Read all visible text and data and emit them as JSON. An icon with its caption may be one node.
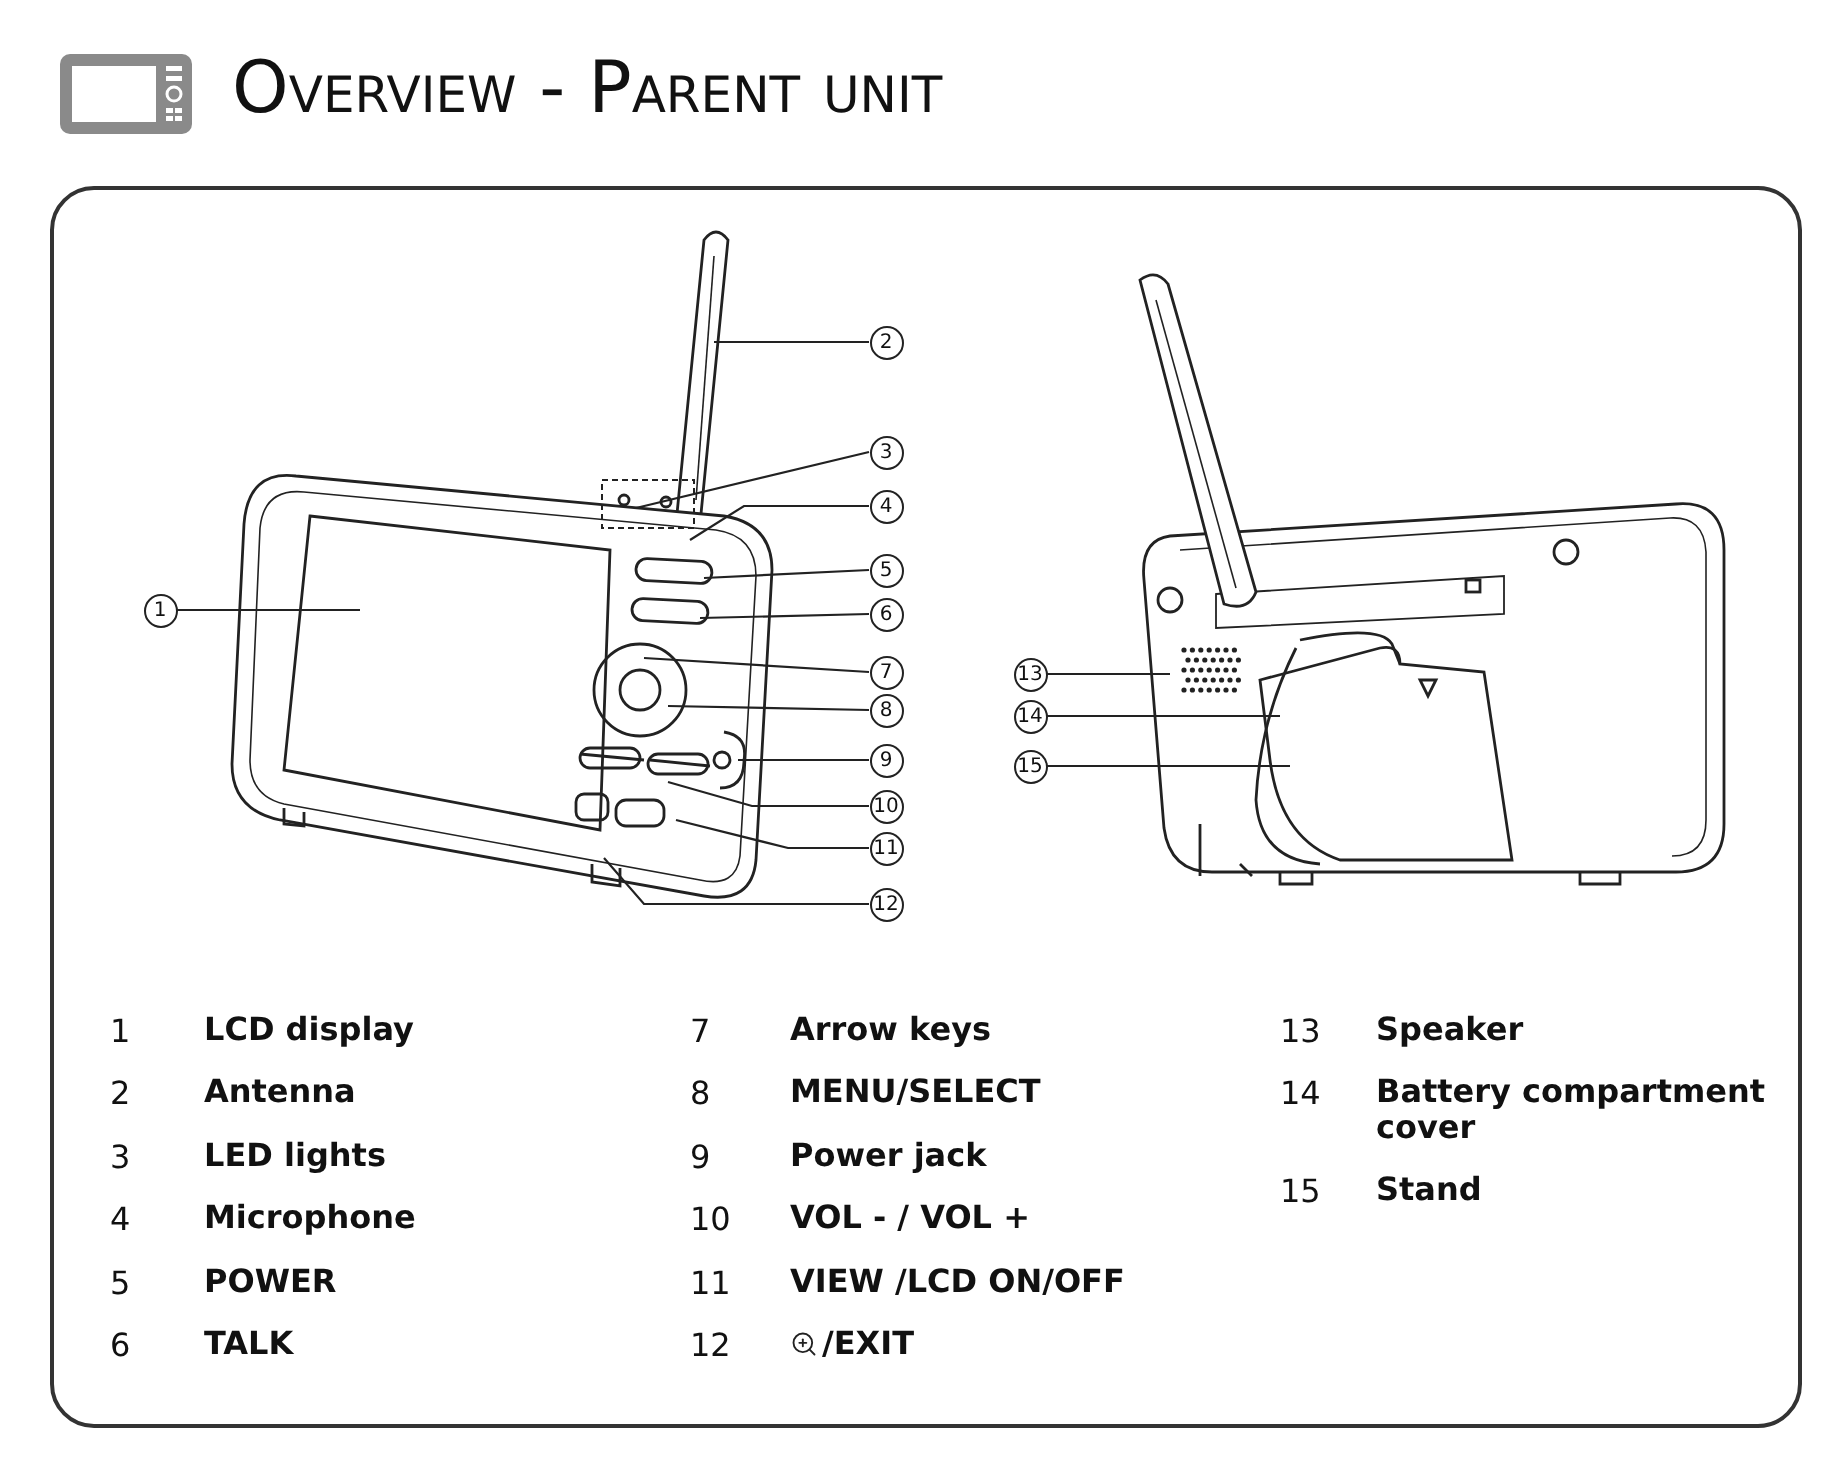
{
  "diagram": {
    "title": "Overview - Parent unit",
    "nodes": [
      {
        "text": [
          "1"
        ]
      },
      {
        "text": [
          "2"
        ]
      },
      {
        "text": [
          "3"
        ]
      },
      {
        "text": [
          "4"
        ]
      },
      {
        "text": [
          "5"
        ]
      },
      {
        "text": [
          "6"
        ]
      },
      {
        "text": [
          "7"
        ]
      },
      {
        "text": [
          "8"
        ]
      },
      {
        "text": [
          "9"
        ]
      },
      {
        "text": [
          "10"
        ]
      },
      {
        "text": [
          "11"
        ]
      },
      {
        "text": [
          "12"
        ]
      },
      {
        "text": [
          "13"
        ]
      },
      {
        "text": [
          "14"
        ]
      },
      {
        "text": [
          "15"
        ]
      }
    ],
    "edges": [
      {
        "from": 0,
        "to": null,
        "arrow": "none"
      },
      {
        "from": 1,
        "to": null,
        "arrow": "none"
      },
      {
        "from": 2,
        "to": null,
        "arrow": "none"
      },
      {
        "from": 3,
        "to": null,
        "arrow": "none"
      },
      {
        "from": 4,
        "to": null,
        "arrow": "none"
      },
      {
        "from": 5,
        "to": null,
        "arrow": "none"
      },
      {
        "from": 6,
        "to": null,
        "arrow": "none"
      },
      {
        "from": 7,
        "to": null,
        "arrow": "none"
      },
      {
        "from": 8,
        "to": null,
        "arrow": "none"
      },
      {
        "from": 9,
        "to": null,
        "arrow": "none"
      },
      {
        "from": 10,
        "to": null,
        "arrow": "none"
      },
      {
        "from": 11,
        "to": null,
        "arrow": "none"
      },
      {
        "from": 12,
        "to": null,
        "arrow": "none"
      },
      {
        "from": 13,
        "to": null,
        "arrow": "none"
      },
      {
        "from": 14,
        "to": null,
        "arrow": "none"
      }
    ],
    "labels": [
      "1",
      "LCD display",
      "2",
      "Antenna",
      "3",
      "LED lights",
      "4",
      "Microphone",
      "5",
      "POWER",
      "6",
      "TALK",
      "7",
      "Arrow keys",
      "8",
      "MENU/SELECT",
      "9",
      "Power jack",
      "10",
      "VOL - / VOL +",
      "11",
      "VIEW /LCD ON/OFF",
      "12",
      "/EXIT",
      "13",
      "Speaker",
      "14",
      "Battery compartment cover",
      "15",
      "Stand"
    ]
  }
}
